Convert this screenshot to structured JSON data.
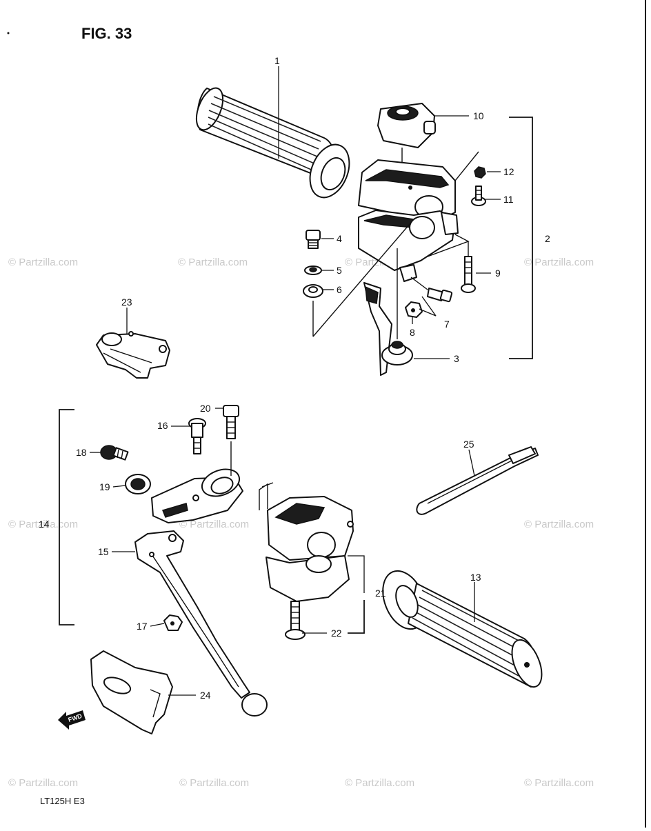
{
  "figure": {
    "title": "FIG. 33",
    "model_code": "LT125H E3"
  },
  "watermark": {
    "text": "© Partzilla.com"
  },
  "direction_arrow": {
    "text": "FWD"
  },
  "callouts": [
    "1",
    "2",
    "3",
    "4",
    "5",
    "6",
    "7",
    "8",
    "9",
    "10",
    "11",
    "12",
    "13",
    "14",
    "15",
    "16",
    "17",
    "18",
    "19",
    "20",
    "21",
    "22",
    "23",
    "24",
    "25"
  ]
}
